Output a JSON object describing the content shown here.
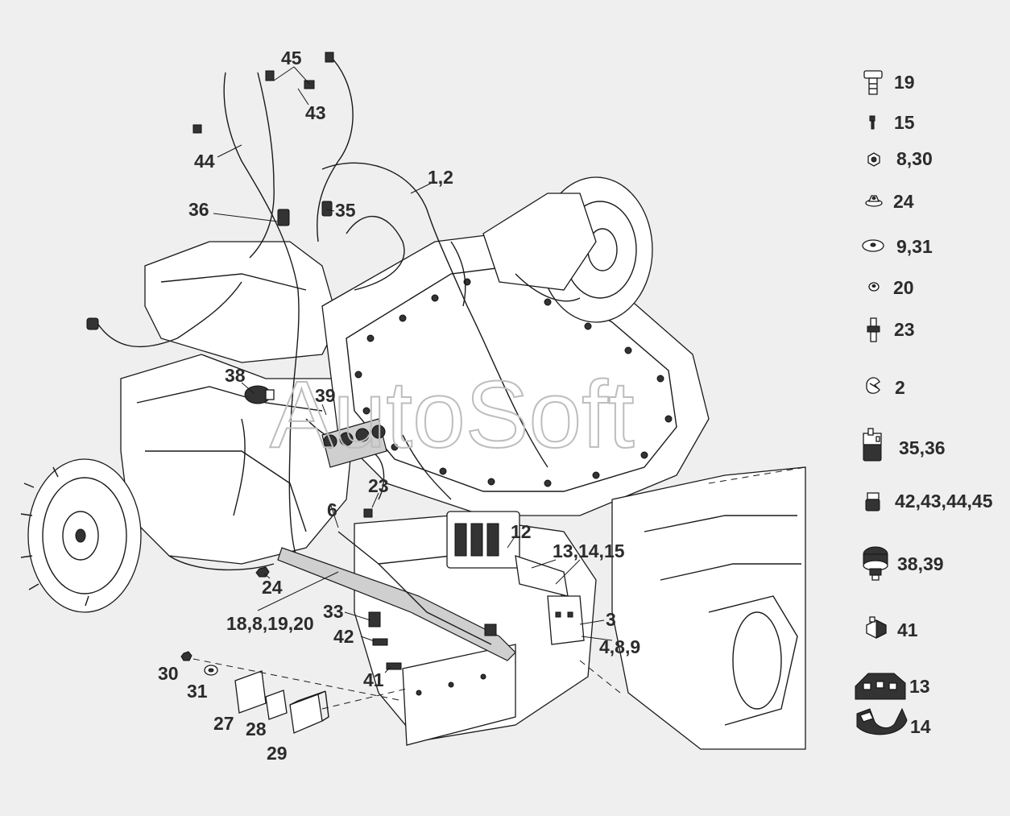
{
  "watermark": "AutoSoft",
  "callouts": [
    {
      "id": "c45",
      "text": "45"
    },
    {
      "id": "c43",
      "text": "43"
    },
    {
      "id": "c44",
      "text": "44"
    },
    {
      "id": "c1-2",
      "text": "1,2"
    },
    {
      "id": "c36",
      "text": "36"
    },
    {
      "id": "c35",
      "text": "35"
    },
    {
      "id": "c38",
      "text": "38"
    },
    {
      "id": "c39",
      "text": "39"
    },
    {
      "id": "c23",
      "text": "23"
    },
    {
      "id": "c6",
      "text": "6"
    },
    {
      "id": "c12",
      "text": "12"
    },
    {
      "id": "c13-14-15",
      "text": "13,14,15"
    },
    {
      "id": "c24",
      "text": "24"
    },
    {
      "id": "c18-8-19-20",
      "text": "18,8,19,20"
    },
    {
      "id": "c33",
      "text": "33"
    },
    {
      "id": "c3",
      "text": "3"
    },
    {
      "id": "c42",
      "text": "42"
    },
    {
      "id": "c4-8-9",
      "text": "4,8,9"
    },
    {
      "id": "c41",
      "text": "41"
    },
    {
      "id": "c30",
      "text": "30"
    },
    {
      "id": "c31",
      "text": "31"
    },
    {
      "id": "c27",
      "text": "27"
    },
    {
      "id": "c28",
      "text": "28"
    },
    {
      "id": "c29",
      "text": "29"
    }
  ],
  "legend": [
    {
      "part": "bolt-icon",
      "text": "19"
    },
    {
      "part": "screw-icon",
      "text": "15"
    },
    {
      "part": "hex-nut-icon",
      "text": "8,30"
    },
    {
      "part": "flange-nut-icon",
      "text": "24"
    },
    {
      "part": "washer-icon",
      "text": "9,31"
    },
    {
      "part": "small-nut-icon",
      "text": "20"
    },
    {
      "part": "stud-icon",
      "text": "23"
    },
    {
      "part": "clip-icon",
      "text": "2"
    },
    {
      "part": "relay-icon",
      "text": "35,36"
    },
    {
      "part": "connector-icon",
      "text": "42,43,44,45"
    },
    {
      "part": "pressure-switch-icon",
      "text": "38,39"
    },
    {
      "part": "plug-icon",
      "text": "41"
    },
    {
      "part": "bracket-icon",
      "text": "13"
    },
    {
      "part": "clamp-icon",
      "text": "14"
    }
  ]
}
